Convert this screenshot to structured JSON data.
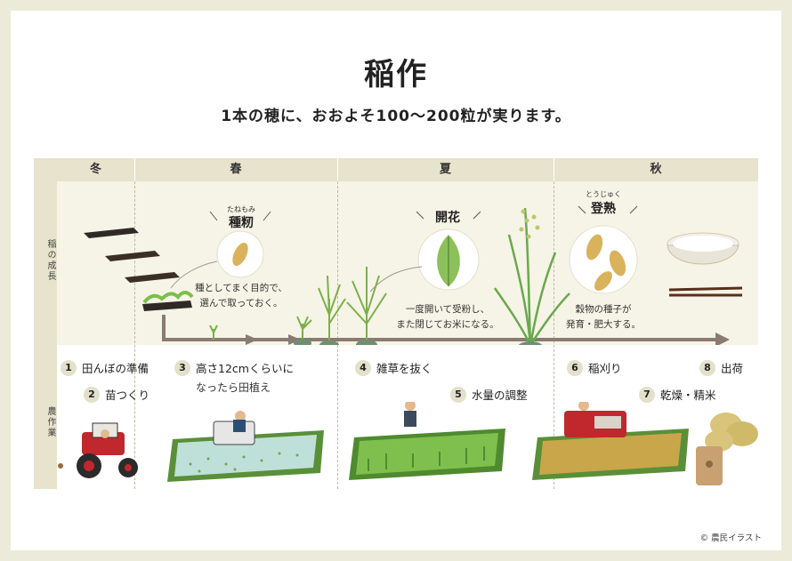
{
  "title": "稲作",
  "subtitle": "1本の穂に、おおよそ100〜200粒が実ります。",
  "seasons": [
    "冬",
    "春",
    "夏",
    "秋"
  ],
  "row_labels": {
    "growth": "稲の成長",
    "work": "農作業"
  },
  "growth": {
    "seed": {
      "ruby": "たねもみ",
      "label": "種籾",
      "caption_1": "種としてまく目的で、",
      "caption_2": "選んで取っておく。"
    },
    "flower": {
      "label": "開花",
      "caption_1": "一度開いて受粉し、",
      "caption_2": "また閉じてお米になる。"
    },
    "ripen": {
      "ruby": "とうじゅく",
      "label": "登熟",
      "caption_1": "穀物の種子が",
      "caption_2": "発育・肥大する。"
    }
  },
  "steps": [
    {
      "num": "1",
      "text": "田んぼの準備"
    },
    {
      "num": "2",
      "text": "苗つくり"
    },
    {
      "num": "3",
      "text": "高さ12cmくらいに",
      "text2": "なったら田植え"
    },
    {
      "num": "4",
      "text": "雑草を抜く"
    },
    {
      "num": "5",
      "text": "水量の調整"
    },
    {
      "num": "6",
      "text": "稲刈り"
    },
    {
      "num": "7",
      "text": "乾燥・精米"
    },
    {
      "num": "8",
      "text": "出荷"
    }
  ],
  "copyright": "© 農民イラスト",
  "colors": {
    "background": "#ecebd9",
    "band": "#e7e3cc",
    "growth_band": "#f6f4e6",
    "arrow": "#8a7b72",
    "grass": "#6aa84f",
    "field_gold": "#c9a64a"
  }
}
